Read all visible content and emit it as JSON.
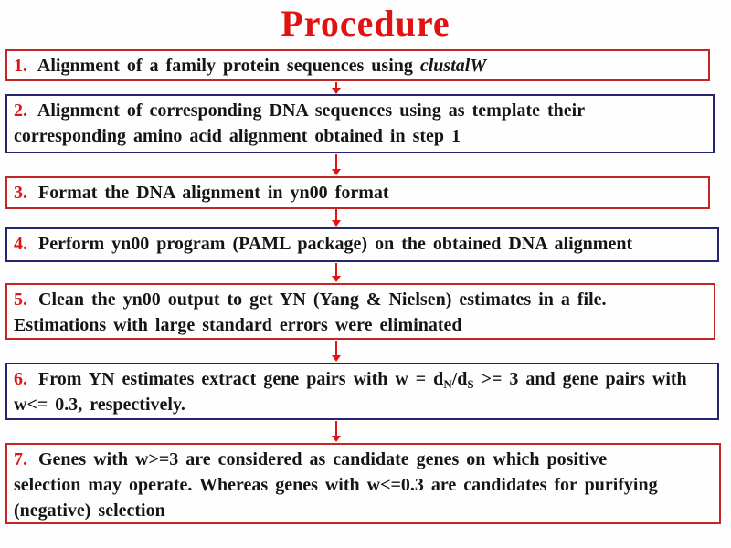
{
  "title": "Procedure",
  "colors": {
    "title_red": "#e01212",
    "number_red": "#da1717",
    "red_border": "#c42424",
    "navy_border": "#26266e",
    "arrow_red": "#e01212",
    "text_color": "#151515",
    "background": "#fefefe"
  },
  "flow": {
    "arrow_icon": "down-arrow",
    "arrow_count": 6
  },
  "steps": [
    {
      "name": "step-1",
      "border": "red",
      "lines": [
        [
          {
            "t": "1.",
            "s": "num"
          },
          {
            "t": " Alignment of a family protein sequences using ",
            "s": "n"
          },
          {
            "t": "clustalW",
            "s": "i"
          }
        ]
      ]
    },
    {
      "name": "step-2",
      "border": "navy",
      "lines": [
        [
          {
            "t": "2.",
            "s": "num"
          },
          {
            "t": " Alignment of corresponding DNA sequences using as template their",
            "s": "n"
          }
        ],
        [
          {
            "t": "corresponding amino acid alignment obtained in step 1",
            "s": "n"
          }
        ]
      ]
    },
    {
      "name": "step-3",
      "border": "red",
      "lines": [
        [
          {
            "t": "3.",
            "s": "num"
          },
          {
            "t": " Format the DNA alignment in yn00 format",
            "s": "n"
          }
        ]
      ]
    },
    {
      "name": "step-4",
      "border": "navy",
      "lines": [
        [
          {
            "t": "4.",
            "s": "num"
          },
          {
            "t": " Perform yn00 program (PAML package) on the obtained DNA alignment",
            "s": "n"
          }
        ]
      ]
    },
    {
      "name": "step-5",
      "border": "red",
      "lines": [
        [
          {
            "t": "5.",
            "s": "num"
          },
          {
            "t": " Clean the yn00 output to get YN (Yang & Nielsen) estimates in a file.",
            "s": "n"
          }
        ],
        [
          {
            "t": "Estimations with large standard errors were eliminated",
            "s": "n"
          }
        ]
      ]
    },
    {
      "name": "step-6",
      "border": "navy",
      "lines": [
        [
          {
            "t": "6.",
            "s": "num"
          },
          {
            "t": " From YN estimates extract gene pairs with w = d",
            "s": "n"
          },
          {
            "t": "N",
            "s": "sub"
          },
          {
            "t": "/d",
            "s": "n"
          },
          {
            "t": "S",
            "s": "sub"
          },
          {
            "t": " >= 3 and gene pairs with",
            "s": "n"
          }
        ],
        [
          {
            "t": "w<= 0.3, respectively.",
            "s": "n"
          }
        ]
      ]
    },
    {
      "name": "step-7",
      "border": "red",
      "lines": [
        [
          {
            "t": "7.",
            "s": "num"
          },
          {
            "t": " Genes with w>=3 are considered as candidate genes on which positive",
            "s": "n"
          }
        ],
        [
          {
            "t": "selection may operate. Whereas genes with w<=0.3 are candidates for purifying",
            "s": "n"
          }
        ],
        [
          {
            "t": "(negative) selection",
            "s": "n"
          }
        ]
      ]
    }
  ]
}
